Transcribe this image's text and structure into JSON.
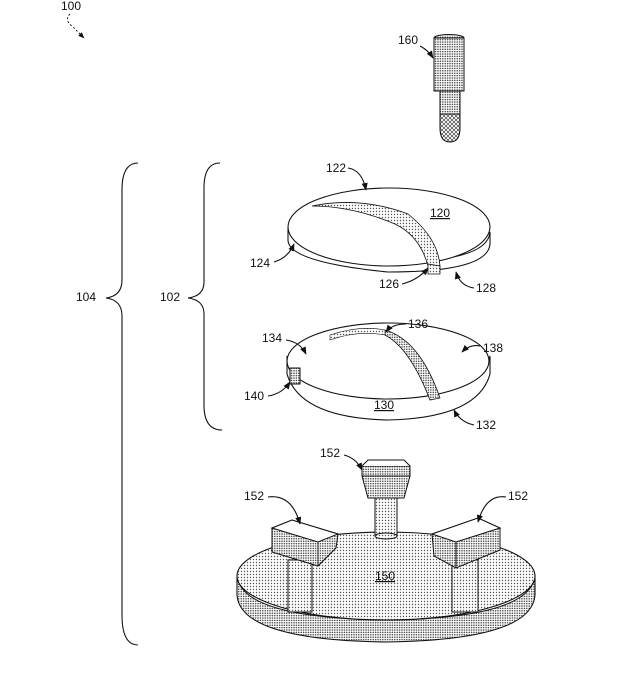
{
  "labels": {
    "fig": "100",
    "assembly": "104",
    "stack": "102",
    "top_disc": "120",
    "top_disc_surface": "122",
    "top_disc_edge": "124",
    "top_disc_inner_edge": "126",
    "top_disc_side": "128",
    "bottom_disc": "130",
    "bottom_disc_edge": "132",
    "bottom_disc_top": "134",
    "bottom_disc_ridge": "136",
    "bottom_disc_section": "138",
    "bottom_disc_notch": "140",
    "base": "150",
    "post_center": "152",
    "post_left": "152",
    "post_right": "152",
    "tool": "160"
  }
}
